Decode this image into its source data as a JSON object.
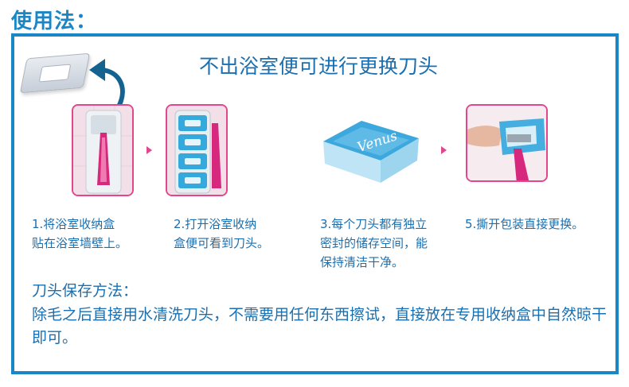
{
  "page": {
    "heading": "使用法：",
    "subtitle": "不出浴室便可进行更换刀头"
  },
  "steps": [
    {
      "line1": "1.将浴室收纳盒",
      "line2": "贴在浴室墙壁上。",
      "line3": ""
    },
    {
      "line1": "2.打开浴室收纳",
      "line2": "盒便可看到刀头。",
      "line3": ""
    },
    {
      "line1": "3.每个刀头都有独立",
      "line2": "密封的储存空间，能",
      "line3": "保持清洁干净。"
    },
    {
      "line1": "5.撕开包装直接更换。",
      "line2": "",
      "line3": ""
    }
  ],
  "storage": {
    "title": "刀头保存方法：",
    "text": "除毛之后直接用水清洗刀头，不需要用任何东西擦试，直接放在专用收纳盒中自然晾干即可。"
  },
  "pack_brand": "Venus",
  "colors": {
    "accent_blue": "#1a86c5",
    "text_blue": "#1b6fae",
    "pink": "#e2468d"
  }
}
